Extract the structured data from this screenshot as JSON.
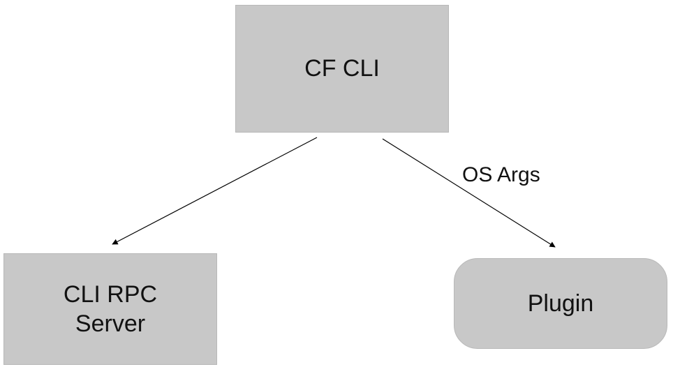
{
  "diagram": {
    "nodes": [
      {
        "id": "cf-cli",
        "label": "CF CLI",
        "shape": "rectangle"
      },
      {
        "id": "rpc-server",
        "label": "CLI RPC\nServer",
        "shape": "rectangle"
      },
      {
        "id": "plugin",
        "label": "Plugin",
        "shape": "rounded-rectangle"
      }
    ],
    "edges": [
      {
        "from": "cf-cli",
        "to": "rpc-server",
        "label": ""
      },
      {
        "from": "cf-cli",
        "to": "plugin",
        "label": "OS Args"
      }
    ],
    "colors": {
      "node_fill": "#c8c8c8",
      "node_border": "#b8b8b8",
      "edge": "#000000",
      "text": "#111111"
    }
  }
}
